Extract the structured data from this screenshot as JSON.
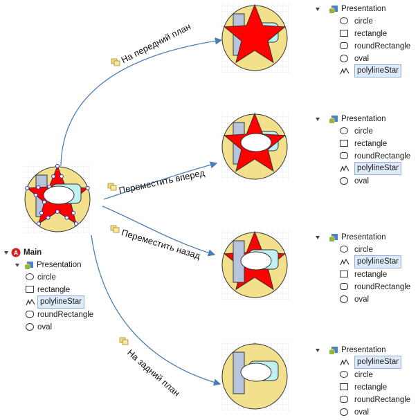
{
  "main_tree": {
    "root_label": "Main",
    "presentation_label": "Presentation",
    "items": [
      "circle",
      "rectangle",
      "polylineStar",
      "roundRectangle",
      "oval"
    ],
    "selected": "polylineStar"
  },
  "commands": [
    {
      "label": "На передний план",
      "order": [
        "circle",
        "rectangle",
        "roundRectangle",
        "oval",
        "polylineStar"
      ]
    },
    {
      "label": "Переместить вперед",
      "order": [
        "circle",
        "rectangle",
        "roundRectangle",
        "polylineStar",
        "oval"
      ]
    },
    {
      "label": "Переместить назад",
      "order": [
        "circle",
        "polylineStar",
        "rectangle",
        "roundRectangle",
        "oval"
      ]
    },
    {
      "label": "На задний план",
      "order": [
        "polylineStar",
        "circle",
        "rectangle",
        "roundRectangle",
        "oval"
      ]
    }
  ],
  "presentation_label": "Presentation",
  "colors": {
    "circle_fill": "#f2e08c",
    "rect_fill": "#b8c4dc",
    "rrect_fill": "#bff0f2",
    "star_fill": "#ff0000",
    "arrow": "#4a7fb5",
    "grid": "#d8d8d8"
  }
}
